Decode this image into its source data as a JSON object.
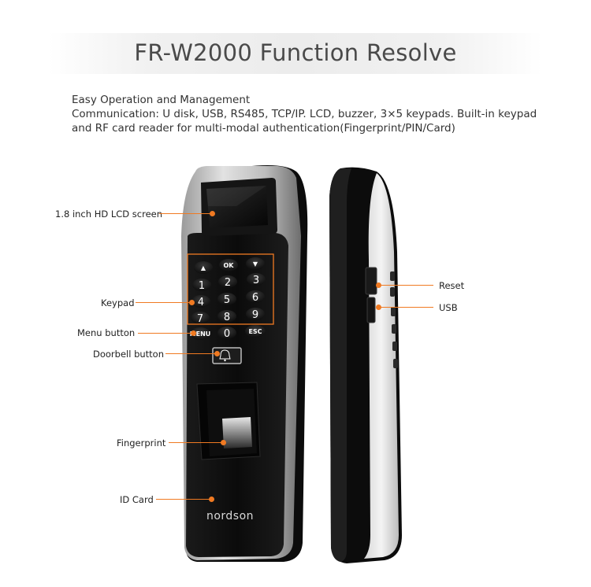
{
  "header": {
    "title": "FR-W2000 Function Resolve"
  },
  "intro": {
    "line1": "Easy Operation and Management",
    "line2": "Communication: U disk, USB, RS485, TCP/IP. LCD, buzzer, 3×5 keypads. Built-in keypad",
    "line3": "and RF card reader for multi-modal authentication(Fingerprint/PIN/Card)"
  },
  "callouts": {
    "lcd": "1.8 inch HD LCD screen",
    "keypad": "Keypad",
    "menu": "Menu button",
    "doorbell": "Doorbell button",
    "fingerprint": "Fingerprint",
    "id_card": "ID Card",
    "reset": "Reset",
    "usb": "USB"
  },
  "keypad_keys": {
    "up": "▲",
    "ok": "OK",
    "down": "▼",
    "k1": "1",
    "k2": "2",
    "k3": "3",
    "k4": "4",
    "k5": "5",
    "k6": "6",
    "k7": "7",
    "k8": "8",
    "k9": "9",
    "menu": "MENU",
    "k0": "0",
    "esc": "ESC"
  },
  "brand": {
    "logo_text": "nordson"
  },
  "colors": {
    "accent": "#f07a22",
    "device_body": "#111111",
    "device_silver": "#c8c8c8"
  }
}
